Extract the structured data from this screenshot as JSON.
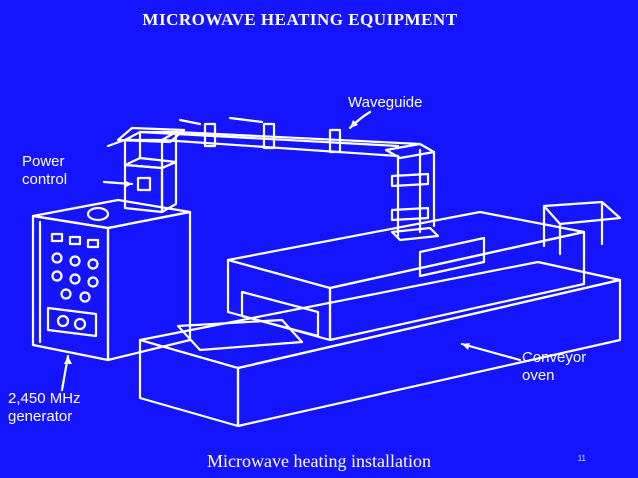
{
  "title": "MICROWAVE HEATING EQUIPMENT",
  "caption": "Microwave heating installation",
  "page_number": "11",
  "colors": {
    "background": "#1414ff",
    "line": "#ffffff"
  },
  "labels": {
    "waveguide": "Waveguide",
    "power_control_line1": "Power",
    "power_control_line2": "control",
    "conveyor_line1": "Conveyor",
    "conveyor_line2": "oven",
    "generator_line1": "2,450 MHz",
    "generator_line2": "generator"
  }
}
